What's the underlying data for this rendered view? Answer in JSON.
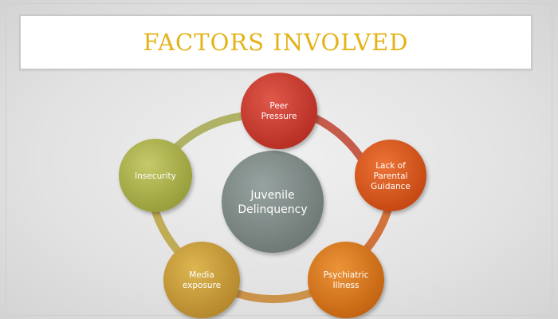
{
  "slide": {
    "title": "FACTORS INVOLVED"
  },
  "diagram": {
    "center": {
      "lines": [
        "Juvenile",
        "Delinquency"
      ],
      "color": "#7e8a87"
    },
    "nodes": [
      {
        "id": "peer-pressure",
        "lines": [
          "Peer",
          "Pressure"
        ],
        "color": "#c8382c"
      },
      {
        "id": "lack-of-parental-guidance",
        "lines": [
          "Lack of",
          "Parental",
          "Guidance"
        ],
        "color": "#d9541c"
      },
      {
        "id": "psychiatric-illness",
        "lines": [
          "Psychiatric",
          "Illness"
        ],
        "color": "#d7721c"
      },
      {
        "id": "media-exposure",
        "lines": [
          "Media",
          "exposure"
        ],
        "color": "#c79a2f"
      },
      {
        "id": "insecurity",
        "lines": [
          "Insecurity"
        ],
        "color": "#aab04a"
      }
    ]
  }
}
